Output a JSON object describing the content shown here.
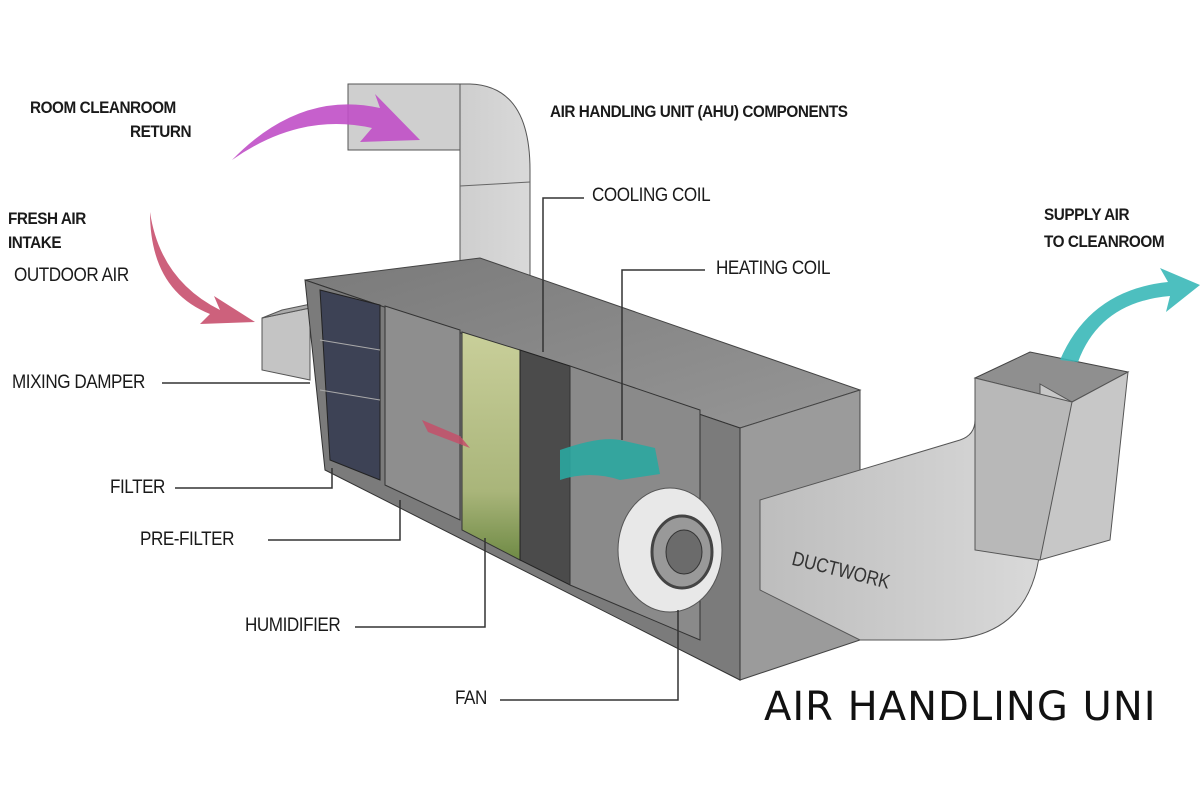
{
  "diagram": {
    "title": "AIR HANDLING UNI",
    "header_label": "AIR HANDLING UNIT (AHU) COMPONENTS",
    "labels": {
      "return_air": [
        "ROOM CLEANROOM",
        "RETURN"
      ],
      "fresh_air": [
        "FRESH AIR",
        "INTAKE",
        "OUTDOOR AIR"
      ],
      "supply_air": [
        "SUPPLY AIR",
        "TO CLEANROOM"
      ],
      "cooling_coil": "COOLING COIL",
      "heating_coil": "HEATING COIL",
      "mixing_damper": "MIXING DAMPER",
      "filter": "FILTER",
      "prefilter": "PRE-FILTER",
      "humidifier": "HUMIDIFIER",
      "fan": "FAN",
      "ductwork": "DUCTWORK"
    },
    "colors": {
      "return_arrow": "#c04fc6",
      "fresh_arrow": "#c8506e",
      "supply_arrow": "#3ab8b8",
      "housing": "#8a8a8a",
      "duct": "#c9c9c9"
    }
  }
}
